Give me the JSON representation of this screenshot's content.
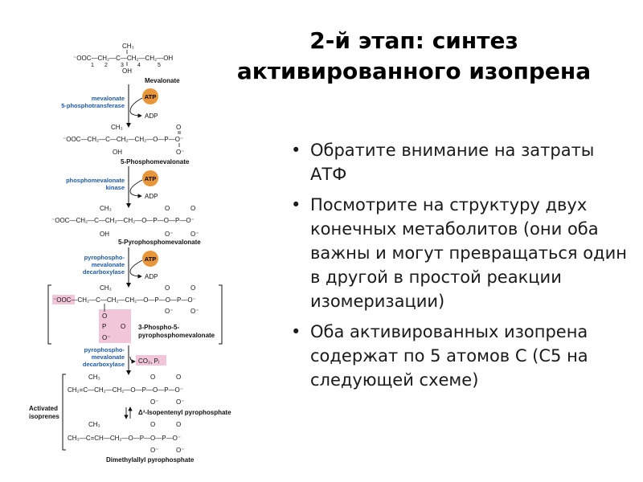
{
  "slide": {
    "title_line1": "2-й этап: синтез",
    "title_line2": "активированного изопрена",
    "bullets": [
      "Обратите внимание на затраты АТФ",
      "Посмотрите на структуру двух конечных метаболитов (они оба важны и могут превращаться один в другой в простой реакции изомеризации)",
      "Оба активированных изопрена содержат по 5 атомов С (С5 на следующей схеме)"
    ],
    "bullet_marker": "•"
  },
  "scheme": {
    "compounds": {
      "mevalonate": "Mevalonate",
      "phosphomevalonate": "5-Phosphomevalonate",
      "pyrophosphomevalonate": "5-Pyrophosphomevalonate",
      "intermediate_line1": "3-Phospho-5-",
      "intermediate_line2": "pyrophosphomevalonate",
      "isopentenyl": "Δ³-Isopentenyl pyrophosphate",
      "dimethylallyl": "Dimethylallyl pyrophosphate"
    },
    "enzymes": {
      "kinase1_line1": "mevalonate",
      "kinase1_line2": "5-phosphotransferase",
      "kinase2_line1": "phosphomevalonate",
      "kinase2_line2": "kinase",
      "decarb1_line1": "pyrophospho-",
      "decarb1_line2": "mevalonate",
      "decarb1_line3": "decarboxylase",
      "decarb2_line1": "pyrophospho-",
      "decarb2_line2": "mevalonate",
      "decarb2_line3": "decarboxylase"
    },
    "cofactors": {
      "atp": "ATP",
      "adp": "ADP",
      "co2_pi": "CO₂, Pᵢ"
    },
    "activated_line1": "Activated",
    "activated_line2": "isoprenes",
    "formulas": {
      "mev_main": "⁻OOC—CH₂—C—CH₂—CH₂—OH",
      "mev_ch3": "CH₃",
      "mev_oh": "OH",
      "mev_numbers": [
        "1",
        "2",
        "3",
        "4",
        "5"
      ],
      "pm_main": "⁻OOC—CH₂—C—CH₂—CH₂—O—P—O⁻",
      "ppm_main": "⁻OOC—CH₂—C—CH₂—CH₂—O—P—O—P—O⁻",
      "int_main": "⁻OOC—CH₂—C—CH₂—CH₂—O—P—O—P—O⁻",
      "int_highlight": "⁻OOC",
      "ipp_main": "CH₂=C—CH₂—CH₂—O—P—O—P—O⁻",
      "dmapp_main": "CH₃—C=CH—CH₂—O—P—O—P—O⁻",
      "ch3": "CH₃",
      "oh": "OH",
      "oxygen": "O",
      "o_minus": "O⁻",
      "phosphorus": "P"
    },
    "colors": {
      "atp_circle": "#e8963a",
      "enzyme_text": "#1f5aa6",
      "highlight": "#f1c6d8"
    }
  }
}
